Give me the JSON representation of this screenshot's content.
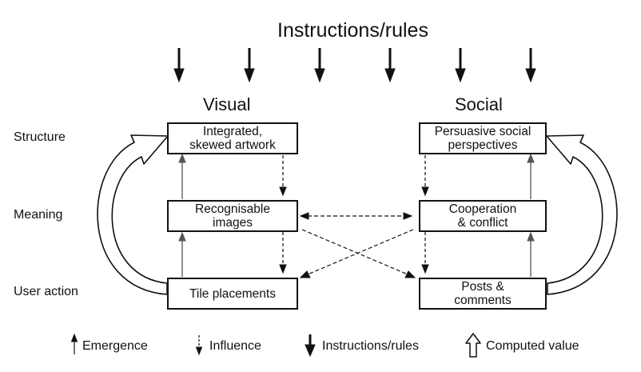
{
  "diagram": {
    "title": "Instructions/rules",
    "columns": {
      "visual": "Visual",
      "social": "Social"
    },
    "row_labels": {
      "structure": "Structure",
      "meaning": "Meaning",
      "user_action": "User action"
    },
    "boxes": {
      "visual_structure": [
        "Integrated,",
        "skewed artwork"
      ],
      "visual_meaning": [
        "Recognisable",
        "images"
      ],
      "visual_action": [
        "Tile placements"
      ],
      "social_structure": [
        "Persuasive social",
        "perspectives"
      ],
      "social_meaning": [
        "Cooperation",
        "& conflict"
      ],
      "social_action": [
        "Posts &",
        "comments"
      ]
    },
    "legend": {
      "emergence": "Emergence",
      "influence": "Influence",
      "instructions": "Instructions/rules",
      "computed": "Computed value"
    }
  }
}
